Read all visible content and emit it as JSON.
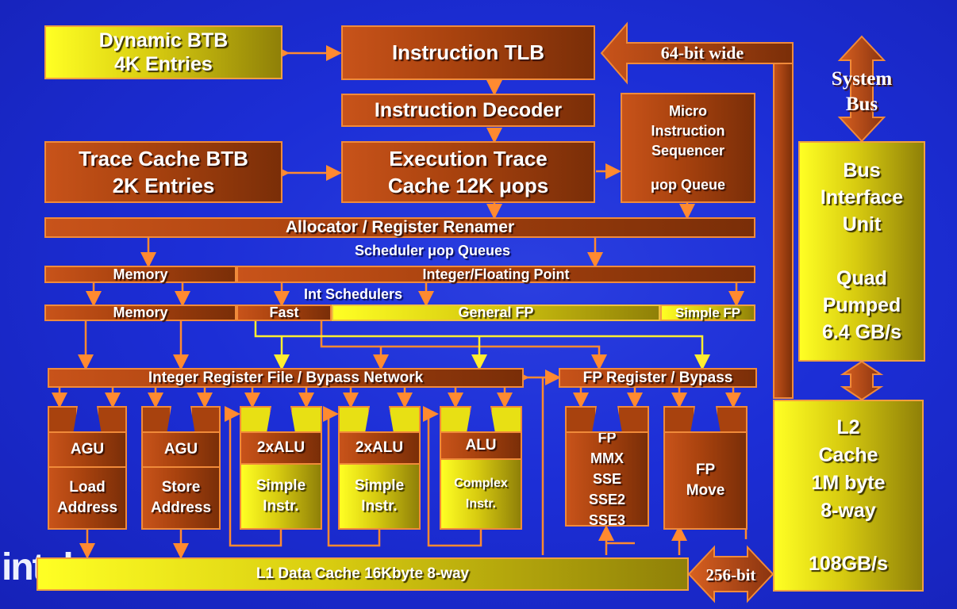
{
  "blocks": {
    "dynamic_btb": [
      "Dynamic BTB",
      "4K Entries"
    ],
    "instruction_tlb": "Instruction TLB",
    "wide_64": "64-bit wide",
    "system_bus": [
      "System",
      "Bus"
    ],
    "instruction_decoder": "Instruction Decoder",
    "micro_seq": [
      "Micro",
      "Instruction",
      "Sequencer",
      "μop Queue"
    ],
    "trace_cache_btb": [
      "Trace Cache BTB",
      "2K Entries"
    ],
    "exec_trace": [
      "Execution Trace",
      "Cache 12K μops"
    ],
    "bus_interface": [
      "Bus",
      "Interface",
      "Unit",
      "Quad",
      "Pumped",
      "6.4 GB/s"
    ],
    "allocator": "Allocator / Register Renamer",
    "scheduler_queues": "Scheduler μop Queues",
    "memory_queue": "Memory",
    "int_fp_queue": "Integer/Floating Point",
    "int_schedulers": "Int Schedulers",
    "memory_sched": "Memory",
    "fast_sched": "Fast",
    "general_fp": "General FP",
    "simple_fp": "Simple FP",
    "int_regfile": "Integer Register File / Bypass Network",
    "fp_regfile": "FP Register / Bypass",
    "l2_cache": [
      "L2",
      "Cache",
      "1M byte",
      "8-way",
      "108GB/s"
    ],
    "l1_cache": "L1 Data Cache 16Kbyte 8-way",
    "bit256": "256-bit",
    "watermark": "intel"
  },
  "units": [
    {
      "top": "AGU",
      "bottom": [
        "Load",
        "Address"
      ]
    },
    {
      "top": "AGU",
      "bottom": [
        "Store",
        "Address"
      ]
    },
    {
      "top": "2xALU",
      "bottom": [
        "Simple",
        "Instr."
      ]
    },
    {
      "top": "2xALU",
      "bottom": [
        "Simple",
        "Instr."
      ]
    },
    {
      "top": "ALU",
      "bottom": [
        "Complex",
        "Instr."
      ]
    },
    {
      "top": "",
      "bottom": [
        "FP",
        "MMX",
        "SSE",
        "SSE2",
        "SSE3"
      ]
    },
    {
      "top": "",
      "bottom": [
        "FP",
        "Move"
      ]
    }
  ]
}
